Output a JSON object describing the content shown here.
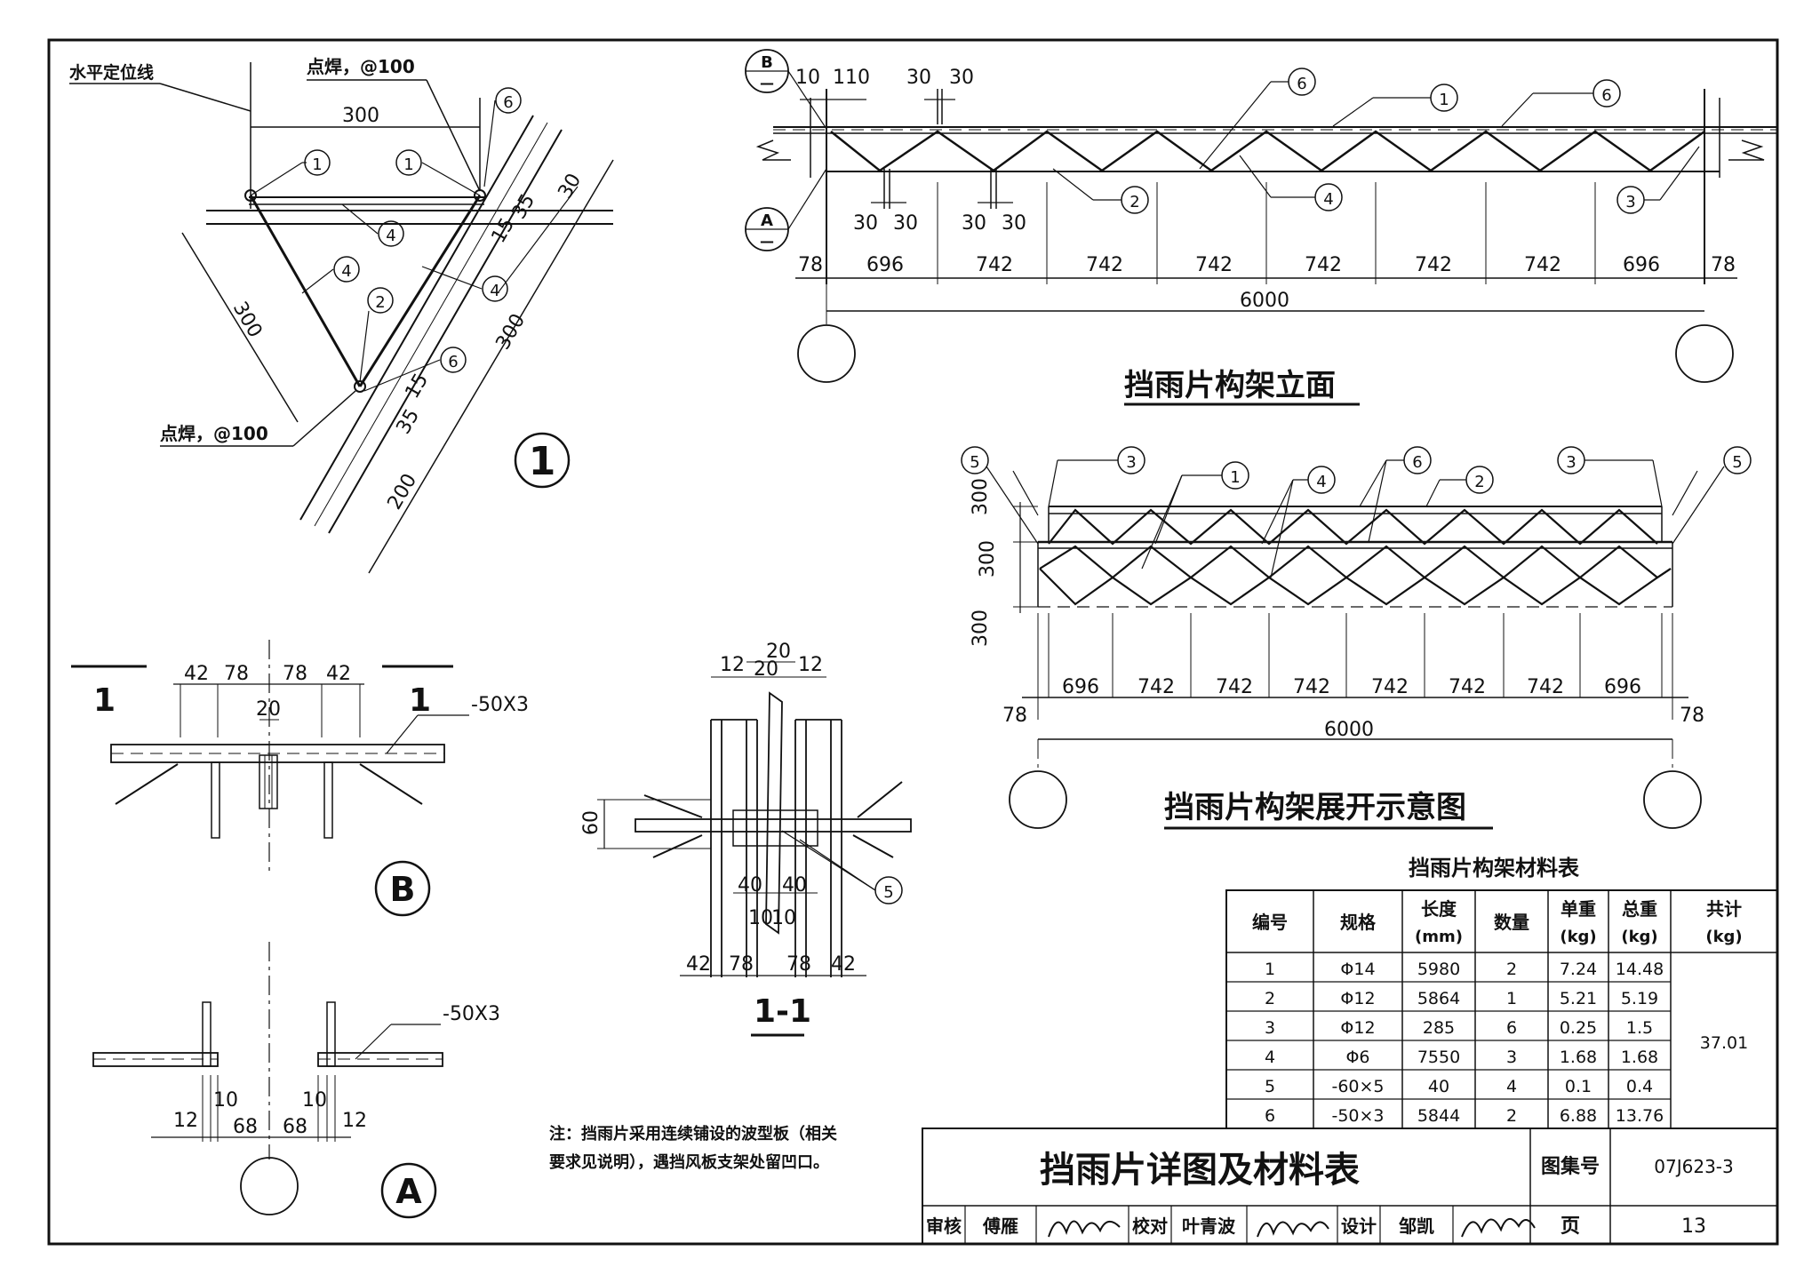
{
  "detail1": {
    "label": "水平定位线",
    "weld_top": "点焊，@100",
    "weld_bottom": "点焊，@100",
    "dims": [
      "300",
      "300",
      "300",
      "30",
      "35",
      "15",
      "15",
      "35",
      "200"
    ],
    "callouts": [
      "①",
      "①",
      "④",
      "④",
      "④",
      "②",
      "⑥",
      "⑥"
    ],
    "mark": "1"
  },
  "elevation": {
    "title": "挡雨片构架立面",
    "section_marks": [
      "B",
      "A"
    ],
    "top_dims": [
      "10",
      "110",
      "30",
      "30"
    ],
    "bottom_dims": [
      "30",
      "30",
      "30",
      "30"
    ],
    "spans": [
      "78",
      "696",
      "742",
      "742",
      "742",
      "742",
      "742",
      "742",
      "696",
      "78"
    ],
    "total": "6000",
    "callouts": [
      "⑥",
      "①",
      "⑥",
      "②",
      "④",
      "③"
    ]
  },
  "unfold": {
    "title": "挡雨片构架展开示意图",
    "heights": [
      "300",
      "300",
      "300"
    ],
    "spans": [
      "696",
      "742",
      "742",
      "742",
      "742",
      "742",
      "742",
      "696"
    ],
    "ends": [
      "78",
      "78"
    ],
    "total": "6000",
    "callouts": [
      "⑤",
      "③",
      "①",
      "④",
      "⑥",
      "②",
      "③",
      "⑤"
    ]
  },
  "detailB": {
    "mark": "B",
    "section_label": "1",
    "dims": [
      "42",
      "78",
      "78",
      "42",
      "20"
    ],
    "plate": "-50X3"
  },
  "detailA": {
    "mark": "A",
    "plate": "-50X3",
    "dims": [
      "12",
      "10",
      "68",
      "68",
      "10",
      "12"
    ]
  },
  "section11": {
    "title": "1-1",
    "top_dims": [
      "20",
      "12",
      "20",
      "12"
    ],
    "height": "60",
    "mid_dims": [
      "40",
      "40",
      "10",
      "10"
    ],
    "bottom_dims": [
      "42",
      "78",
      "78",
      "42"
    ],
    "callout": "⑤"
  },
  "note": {
    "line1": "注：挡雨片采用连续铺设的波型板（相关",
    "line2": "要求见说明），遇挡风板支架处留凹口。"
  },
  "material_table": {
    "title": "挡雨片构架材料表",
    "headers": [
      "编号",
      "规格",
      "长度\n(mm)",
      "数量",
      "单重\n(kg)",
      "总重\n(kg)",
      "共计\n(kg)"
    ],
    "rows": [
      [
        "1",
        "Φ14",
        "5980",
        "2",
        "7.24",
        "14.48"
      ],
      [
        "2",
        "Φ12",
        "5864",
        "1",
        "5.21",
        "5.19"
      ],
      [
        "3",
        "Φ12",
        "285",
        "6",
        "0.25",
        "1.5"
      ],
      [
        "4",
        "Φ6",
        "7550",
        "3",
        "1.68",
        "1.68"
      ],
      [
        "5",
        "-60×5",
        "40",
        "4",
        "0.1",
        "0.4"
      ],
      [
        "6",
        "-50×3",
        "5844",
        "2",
        "6.88",
        "13.76"
      ]
    ],
    "total": "37.01"
  },
  "title_block": {
    "title": "挡雨片详图及材料表",
    "atlas_label": "图集号",
    "atlas_no": "07J623-3",
    "page_label": "页",
    "page_no": "13",
    "review_label": "审核",
    "reviewer": "傅雁",
    "check_label": "校对",
    "checker": "叶青波",
    "design_label": "设计",
    "designer": "邹凯"
  }
}
